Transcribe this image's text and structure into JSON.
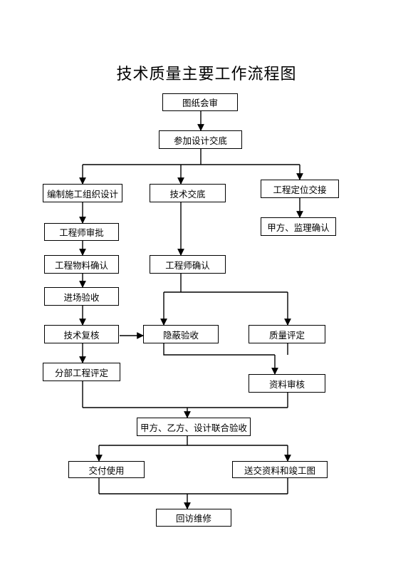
{
  "title": "技术质量主要工作流程图",
  "nodes": {
    "drawing_review": "图纸会审",
    "design_briefing": "参加设计交底",
    "construction_design": "编制施工组织设计",
    "tech_briefing": "技术交底",
    "positioning_handover": "工程定位交接",
    "party_a_supervision_confirm": "甲方、监理确认",
    "engineer_approval": "工程师审批",
    "material_confirm": "工程物料确认",
    "engineer_confirm": "工程师确认",
    "entry_inspection": "进场验收",
    "tech_recheck": "技术复核",
    "concealed_inspection": "隐蔽验收",
    "quality_assessment": "质量评定",
    "subproject_assessment": "分部工程评定",
    "document_review": "资料审核",
    "joint_acceptance": "甲方、乙方、设计联合验收",
    "delivery_use": "交付使用",
    "submit_documents": "送交资料和竣工图",
    "return_visit": "回访维修"
  }
}
